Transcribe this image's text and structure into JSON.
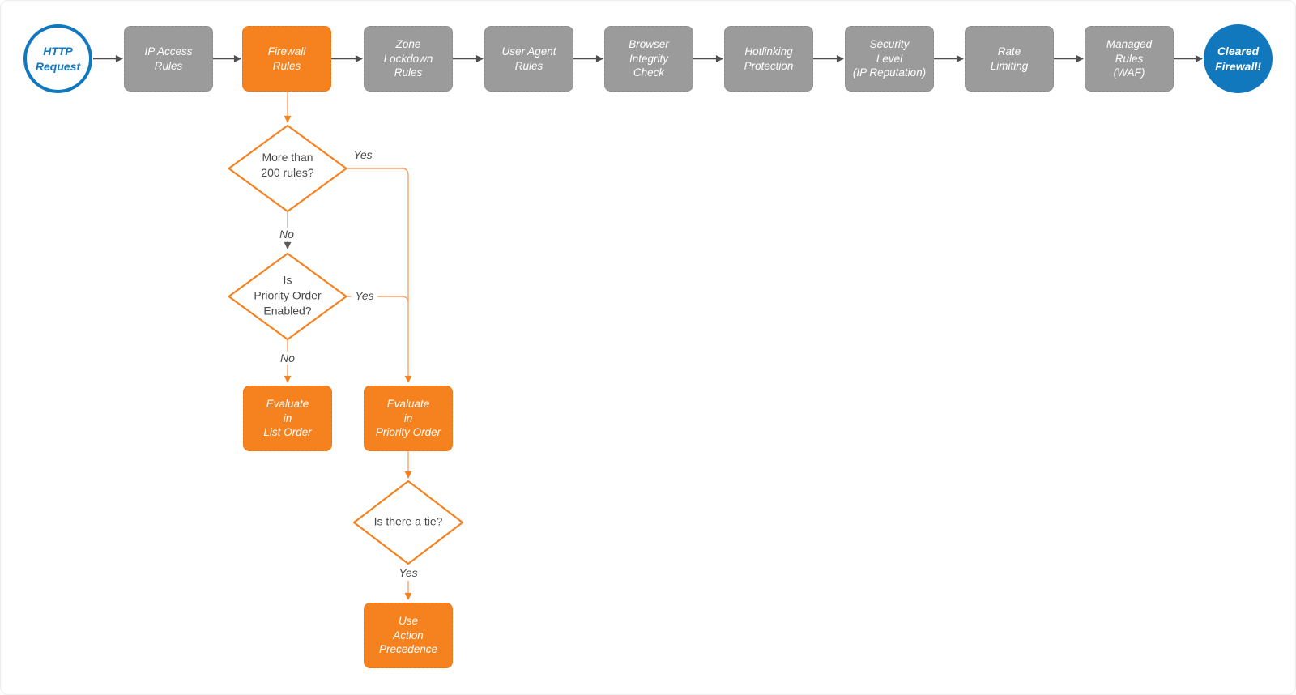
{
  "palette": {
    "orange": "#F6821F",
    "orange_line": "#F9A26B",
    "blue": "#1278BE",
    "gray_node": "#9B9B9B",
    "arrow_dark": "#4F4F4F",
    "connector_gray": "#B3B3B3",
    "text_dark": "#4A4A4A",
    "node_text": "#FFFFFF"
  },
  "pipeline": {
    "start": {
      "label": "HTTP\nRequest"
    },
    "steps": [
      {
        "label": "IP Access\nRules",
        "state": "default"
      },
      {
        "label": "Firewall\nRules",
        "state": "highlighted"
      },
      {
        "label": "Zone\nLockdown\nRules",
        "state": "default"
      },
      {
        "label": "User Agent\nRules",
        "state": "default"
      },
      {
        "label": "Browser\nIntegrity\nCheck",
        "state": "default"
      },
      {
        "label": "Hotlinking\nProtection",
        "state": "default"
      },
      {
        "label": "Security\nLevel\n(IP Reputation)",
        "state": "default"
      },
      {
        "label": "Rate\nLimiting",
        "state": "default"
      },
      {
        "label": "Managed\nRules\n(WAF)",
        "state": "default"
      }
    ],
    "end": {
      "label": "Cleared\nFirewall!"
    }
  },
  "firewall_rules_flow": {
    "decisions": [
      {
        "label": "More than\n200 rules?"
      },
      {
        "label": "Is\nPriority Order\nEnabled?"
      },
      {
        "label": "Is there a tie?"
      }
    ],
    "actions": [
      {
        "label": "Evaluate\nin\nList Order"
      },
      {
        "label": "Evaluate\nin\nPriority Order"
      },
      {
        "label": "Use\nAction\nPrecedence"
      }
    ],
    "edge_labels": {
      "d1_yes": "Yes",
      "d1_no": "No",
      "d2_yes": "Yes",
      "d2_no": "No",
      "d3_yes": "Yes"
    }
  }
}
